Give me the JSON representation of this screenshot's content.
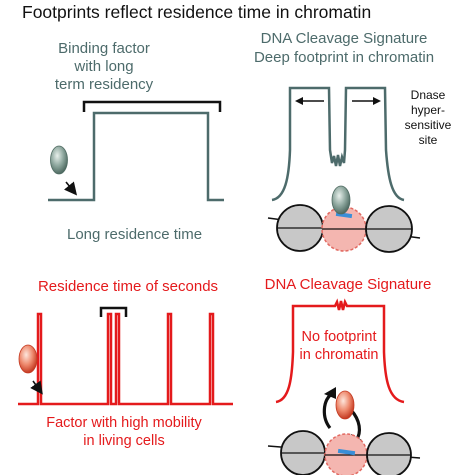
{
  "title": "Footprints reflect residence time in chromatin",
  "colors": {
    "teal": "#4d6b6b",
    "red": "#e41a1c",
    "black": "#111111",
    "nucleosome_grey": "#c8c8c8",
    "nucleosome_pink": "#f4b6b0",
    "dna_blue": "#3a8fd8",
    "factor_teal": "#6f8f86",
    "factor_red": "#e0604a"
  },
  "panels": {
    "top_left": {
      "label_line1": "Binding factor",
      "label_line2": "with long",
      "label_line3": "term residency",
      "caption": "Long residence time"
    },
    "top_right": {
      "title_line1": "DNA Cleavage Signature",
      "title_line2": "Deep footprint in chromatin",
      "dnase_line1": "Dnase",
      "dnase_line2": "hyper-",
      "dnase_line3": "sensitive",
      "dnase_line4": "site"
    },
    "bottom_left": {
      "title": "Residence time of seconds",
      "caption_line1": "Factor with high mobility",
      "caption_line2": "in living cells"
    },
    "bottom_right": {
      "title": "DNA Cleavage Signature",
      "label_line1": "No footprint",
      "label_line2": "in chromatin"
    }
  }
}
